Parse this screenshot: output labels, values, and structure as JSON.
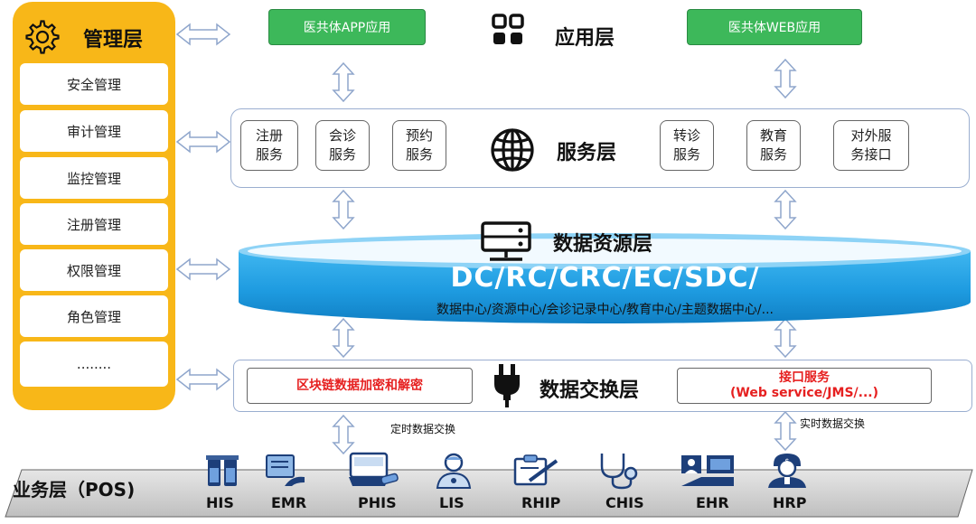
{
  "management": {
    "title": "管理层",
    "items": [
      "安全管理",
      "审计管理",
      "监控管理",
      "注册管理",
      "权限管理",
      "角色管理",
      "........"
    ]
  },
  "application": {
    "title": "应用层",
    "app_button": "医共体APP应用",
    "web_button": "医共体WEB应用"
  },
  "service": {
    "title": "服务层",
    "boxes": [
      {
        "l1": "注册",
        "l2": "服务"
      },
      {
        "l1": "会诊",
        "l2": "服务"
      },
      {
        "l1": "预约",
        "l2": "服务"
      },
      {
        "l1": "转诊",
        "l2": "服务"
      },
      {
        "l1": "教育",
        "l2": "服务"
      },
      {
        "l1": "对外服",
        "l2": "务接口"
      }
    ]
  },
  "data_resource": {
    "title": "数据资源层",
    "codes": "DC/RC/CRC/EC/SDC/",
    "subtitle": "数据中心/资源中心/会诊记录中心/教育中心/主题数据中心/..."
  },
  "exchange": {
    "title": "数据交换层",
    "blockchain": "区块链数据加密和解密",
    "interface_title": "接口服务",
    "interface_sub": "(Web service/JMS/...)",
    "scheduled": "定时数据交换",
    "realtime": "实时数据交换"
  },
  "business": {
    "title": "业务层（POS)",
    "systems": [
      "HIS",
      "EMR",
      "PHIS",
      "LIS",
      "RHIP",
      "CHIS",
      "EHR",
      "HRP"
    ]
  },
  "colors": {
    "management": "#f8b718",
    "green_button": "#3db85a",
    "disk": "#1e9be0",
    "interface_red": "#e62020",
    "icon_blue": "#1d3f7a"
  }
}
